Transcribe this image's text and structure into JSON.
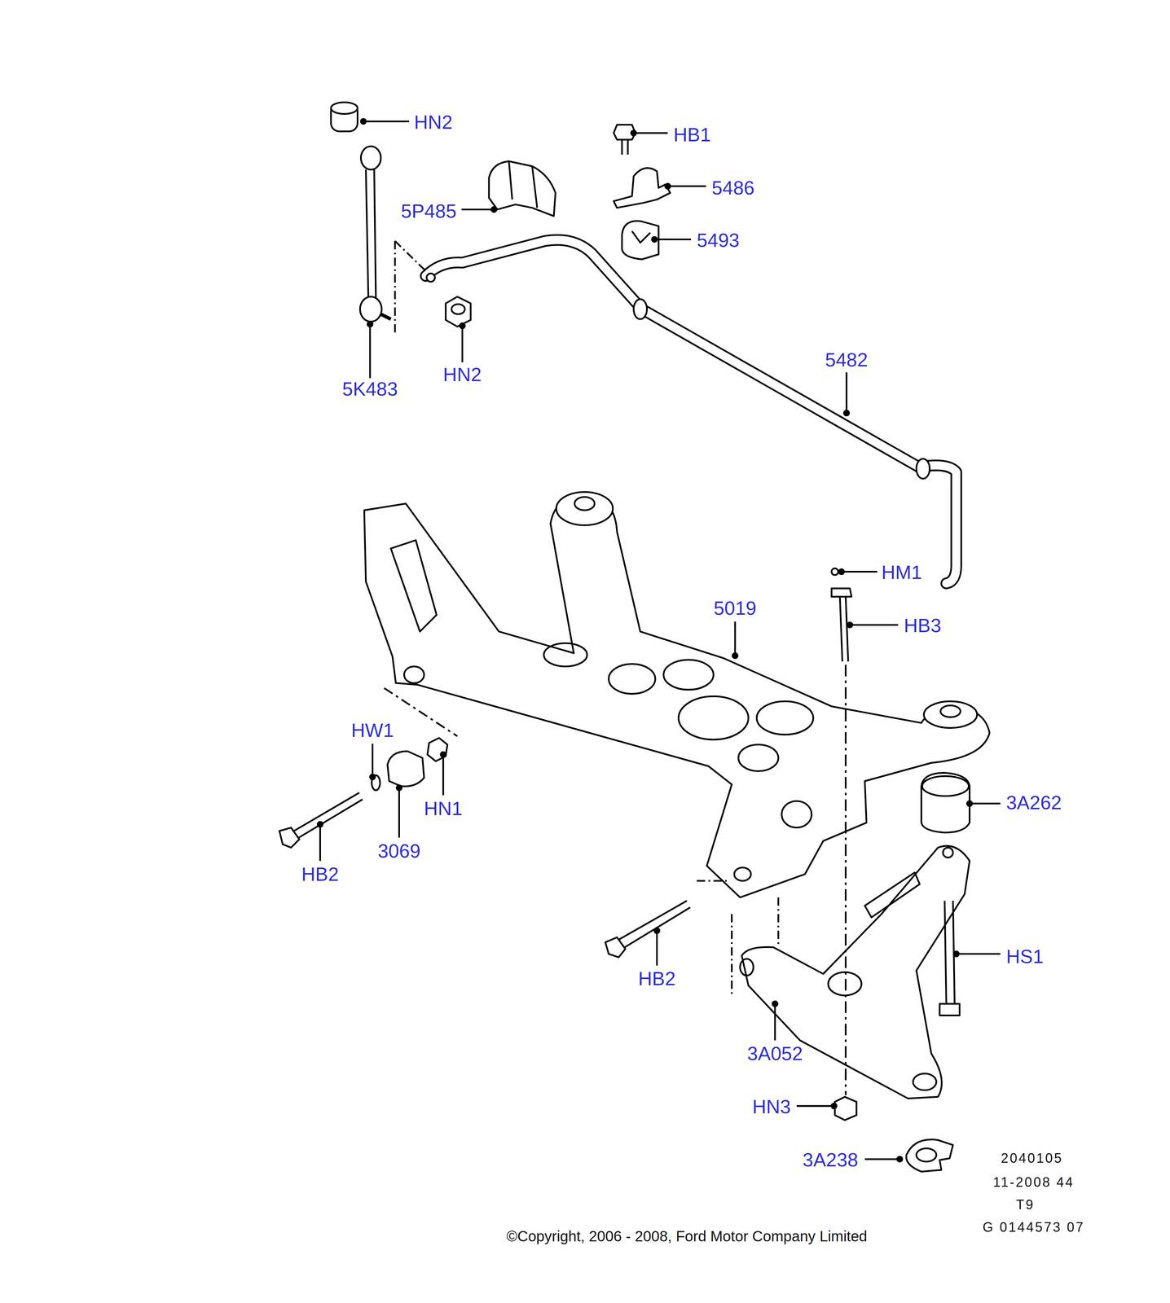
{
  "diagram": {
    "labels": [
      "HN2",
      "HB1",
      "5486",
      "5P485",
      "5493",
      "5K483",
      "HN2",
      "5482",
      "HM1",
      "5019",
      "HB3",
      "HW1",
      "3A262",
      "HN1",
      "3069",
      "HB2",
      "HS1",
      "HB2",
      "3A052",
      "HN3",
      "3A238",
      "2040105",
      "11-2008 44",
      "T9",
      "G 0144573 07",
      "©Copyright, 2006 - 2008, Ford Motor Company Limited"
    ]
  }
}
